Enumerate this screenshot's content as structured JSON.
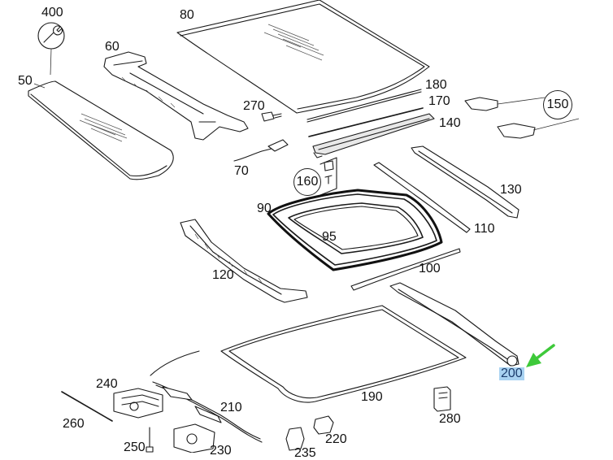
{
  "labels": {
    "p400": "400",
    "p80": "80",
    "p60": "60",
    "p50": "50",
    "p270": "270",
    "p180": "180",
    "p170": "170",
    "p140": "140",
    "p150": "150",
    "p70": "70",
    "p160": "160",
    "p130": "130",
    "p90": "90",
    "p95": "95",
    "p110": "110",
    "p120": "120",
    "p100": "100",
    "p200": "200",
    "p240": "240",
    "p210": "210",
    "p190": "190",
    "p260": "260",
    "p280": "280",
    "p220": "220",
    "p250": "250",
    "p230": "230",
    "p235": "235"
  },
  "highlight": {
    "part": "200",
    "arrow_color": "#3ec93a",
    "highlight_color": "#a9d3f2"
  }
}
